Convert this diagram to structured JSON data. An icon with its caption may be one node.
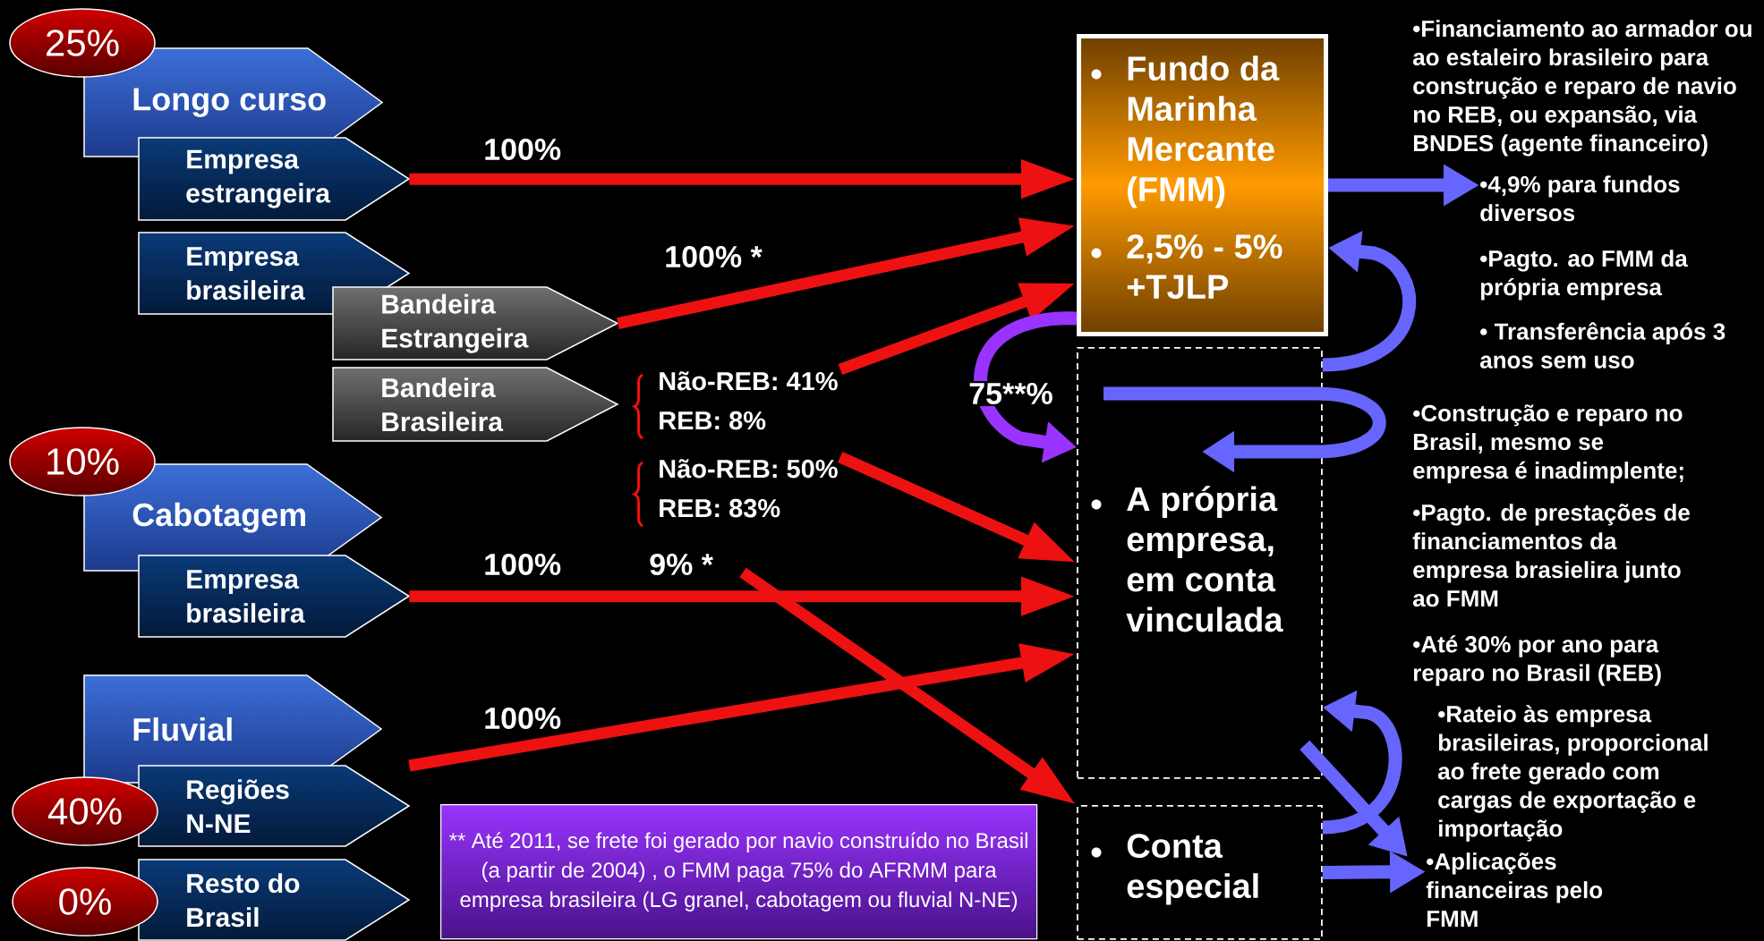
{
  "diagram": {
    "nodes": [
      {
        "text": [
          "25%"
        ]
      },
      {
        "text": [
          "Longo curso"
        ]
      },
      {
        "text": [
          "Empresa estrangeira"
        ]
      },
      {
        "text": [
          "Empresa brasileira"
        ]
      },
      {
        "text": [
          "Bandeira Estrangeira"
        ]
      },
      {
        "text": [
          "Bandeira Brasileira"
        ]
      },
      {
        "text": [
          "Não-REB: 41%",
          "REB: 8%"
        ]
      },
      {
        "text": [
          "Não-REB: 50%",
          "REB: 83%"
        ]
      },
      {
        "text": [
          "10%"
        ]
      },
      {
        "text": [
          "Cabotagem"
        ]
      },
      {
        "text": [
          "Empresa brasileira"
        ]
      },
      {
        "text": [
          "Fluvial"
        ]
      },
      {
        "text": [
          "40%"
        ]
      },
      {
        "text": [
          "Regiões N-NE"
        ]
      },
      {
        "text": [
          "0%"
        ]
      },
      {
        "text": [
          "Resto do Brasil"
        ]
      },
      {
        "text": [
          "** Até 2011, se frete foi gerado por navio construído no Brasil (a partir de 2004) , o FMM paga 75% do AFRMM para empresa brasileira (LG granel, cabotagem ou fluvial N-NE)"
        ]
      },
      {
        "text": [
          "Fundo da Marinha Mercante (FMM)",
          "2,5% - 5% +TJLP"
        ]
      },
      {
        "text": [
          "A própria empresa, em conta vinculada"
        ]
      },
      {
        "text": [
          "Conta especial"
        ]
      },
      {
        "text": [
          "•4,9% para fundos diversos"
        ]
      },
      {
        "text": [
          "•Aplicações financeiras pelo FMM"
        ]
      }
    ],
    "edges": [
      {
        "from": 2,
        "to": 17,
        "arrow": "to",
        "label": "100%",
        "color": "#ee1111"
      },
      {
        "from": 4,
        "to": 17,
        "arrow": "to",
        "label": "100% *",
        "color": "#ee1111"
      },
      {
        "from": 6,
        "to": 17,
        "arrow": "to",
        "color": "#ee1111"
      },
      {
        "from": 7,
        "to": 18,
        "arrow": "to",
        "color": "#ee1111"
      },
      {
        "from": 10,
        "to": 18,
        "arrow": "to",
        "label": "100%",
        "color": "#ee1111"
      },
      {
        "from": 13,
        "to": 18,
        "arrow": "to",
        "label": "100%",
        "color": "#ee1111"
      },
      {
        "from": null,
        "to": 19,
        "arrow": "to",
        "label": "9% *",
        "color": "#ee1111"
      },
      {
        "from": 17,
        "to": 18,
        "arrow": "to",
        "label": "75**%",
        "color": "#9933ff"
      },
      {
        "from": 17,
        "to": 20,
        "arrow": "to",
        "color": "#6666ff"
      },
      {
        "from": 18,
        "to": 17,
        "arrow": "to",
        "color": "#6666ff"
      },
      {
        "from": 18,
        "to": 18,
        "arrow": "to",
        "color": "#6666ff"
      },
      {
        "from": 19,
        "to": 18,
        "arrow": "to",
        "color": "#6666ff"
      },
      {
        "from": 18,
        "to": 21,
        "arrow": "to",
        "color": "#6666ff"
      },
      {
        "from": 19,
        "to": 21,
        "arrow": "to",
        "color": "#6666ff"
      }
    ],
    "labels": [
      "•Financiamento ao armador ou ao estaleiro brasileiro para construção e reparo de navio no REB, ou expansão, via BNDES (agente financeiro)",
      "•Pagto. ao FMM da própria empresa",
      "• Transferência após 3 anos sem uso",
      "•Construção e reparo no Brasil, mesmo se empresa é inadimplente;",
      "•Pagto. de prestações de financiamentos da empresa brasielira junto ao FMM",
      "•Até 30% por ano para reparo no Brasil (REB)",
      "•Rateio às empresa brasileiras, proporcional ao frete gerado com cargas de exportação e importação"
    ]
  }
}
